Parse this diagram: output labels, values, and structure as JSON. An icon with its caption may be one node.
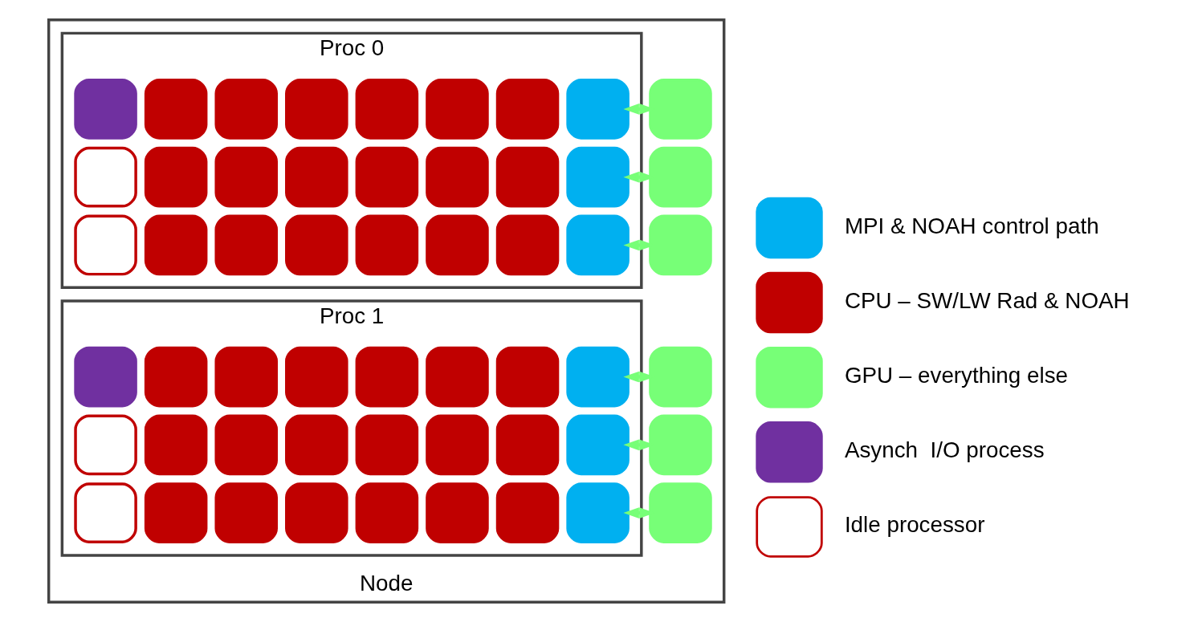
{
  "diagram": {
    "nodes": [
      {
        "text": [
          "Node"
        ]
      },
      {
        "text": [
          "Proc 0"
        ],
        "in": 0
      },
      {
        "text": [],
        "shape": "box",
        "in": 1
      },
      {
        "text": [],
        "shape": "box",
        "in": 1
      },
      {
        "text": [],
        "shape": "box",
        "in": 1
      },
      {
        "text": [],
        "shape": "box",
        "in": 1
      },
      {
        "text": [],
        "shape": "box",
        "in": 1
      },
      {
        "text": [],
        "shape": "box",
        "in": 1
      },
      {
        "text": [],
        "shape": "box",
        "in": 1
      },
      {
        "text": [],
        "shape": "box",
        "in": 1
      },
      {
        "text": [],
        "shape": "box",
        "in": 0
      },
      {
        "text": [],
        "shape": "box",
        "in": 1
      },
      {
        "text": [],
        "shape": "box",
        "in": 1
      },
      {
        "text": [],
        "shape": "box",
        "in": 1
      },
      {
        "text": [],
        "shape": "box",
        "in": 1
      },
      {
        "text": [],
        "shape": "box",
        "in": 1
      },
      {
        "text": [],
        "shape": "box",
        "in": 1
      },
      {
        "text": [],
        "shape": "box",
        "in": 1
      },
      {
        "text": [],
        "shape": "box",
        "in": 1
      },
      {
        "text": [],
        "shape": "box",
        "in": 0
      },
      {
        "text": [],
        "shape": "box",
        "in": 1
      },
      {
        "text": [],
        "shape": "box",
        "in": 1
      },
      {
        "text": [],
        "shape": "box",
        "in": 1
      },
      {
        "text": [],
        "shape": "box",
        "in": 1
      },
      {
        "text": [],
        "shape": "box",
        "in": 1
      },
      {
        "text": [],
        "shape": "box",
        "in": 1
      },
      {
        "text": [],
        "shape": "box",
        "in": 1
      },
      {
        "text": [],
        "shape": "box",
        "in": 1
      },
      {
        "text": [],
        "shape": "box",
        "in": 0
      },
      {
        "text": [
          "Proc 1"
        ],
        "in": 0
      },
      {
        "text": [],
        "shape": "box",
        "in": 29
      },
      {
        "text": [],
        "shape": "box",
        "in": 29
      },
      {
        "text": [],
        "shape": "box",
        "in": 29
      },
      {
        "text": [],
        "shape": "box",
        "in": 29
      },
      {
        "text": [],
        "shape": "box",
        "in": 29
      },
      {
        "text": [],
        "shape": "box",
        "in": 29
      },
      {
        "text": [],
        "shape": "box",
        "in": 29
      },
      {
        "text": [],
        "shape": "box",
        "in": 29
      },
      {
        "text": [],
        "shape": "box",
        "in": 0
      },
      {
        "text": [],
        "shape": "box",
        "in": 29
      },
      {
        "text": [],
        "shape": "box",
        "in": 29
      },
      {
        "text": [],
        "shape": "box",
        "in": 29
      },
      {
        "text": [],
        "shape": "box",
        "in": 29
      },
      {
        "text": [],
        "shape": "box",
        "in": 29
      },
      {
        "text": [],
        "shape": "box",
        "in": 29
      },
      {
        "text": [],
        "shape": "box",
        "in": 29
      },
      {
        "text": [],
        "shape": "box",
        "in": 29
      },
      {
        "text": [],
        "shape": "box",
        "in": 0
      },
      {
        "text": [],
        "shape": "box",
        "in": 29
      },
      {
        "text": [],
        "shape": "box",
        "in": 29
      },
      {
        "text": [],
        "shape": "box",
        "in": 29
      },
      {
        "text": [],
        "shape": "box",
        "in": 29
      },
      {
        "text": [],
        "shape": "box",
        "in": 29
      },
      {
        "text": [],
        "shape": "box",
        "in": 29
      },
      {
        "text": [],
        "shape": "box",
        "in": 29
      },
      {
        "text": [],
        "shape": "box",
        "in": 29
      },
      {
        "text": [],
        "shape": "box",
        "in": 0
      }
    ],
    "edges": [
      {
        "from": 9,
        "to": 10,
        "arrow": "both"
      },
      {
        "from": 18,
        "to": 19,
        "arrow": "both"
      },
      {
        "from": 27,
        "to": 28,
        "arrow": "both"
      },
      {
        "from": 37,
        "to": 38,
        "arrow": "both"
      },
      {
        "from": 46,
        "to": 47,
        "arrow": "both"
      },
      {
        "from": 55,
        "to": 56,
        "arrow": "both"
      }
    ],
    "legend": [
      {
        "text": "MPI & NOAH control path",
        "color": "#00b0f0"
      },
      {
        "text": "CPU – SW/LW Rad & NOAH",
        "color": "#c00000"
      },
      {
        "text": "GPU – everything else",
        "color": "#77ff77"
      },
      {
        "text": "Asynch  I/O process",
        "color": "#7030a0"
      },
      {
        "text": "Idle processor"
      }
    ]
  }
}
